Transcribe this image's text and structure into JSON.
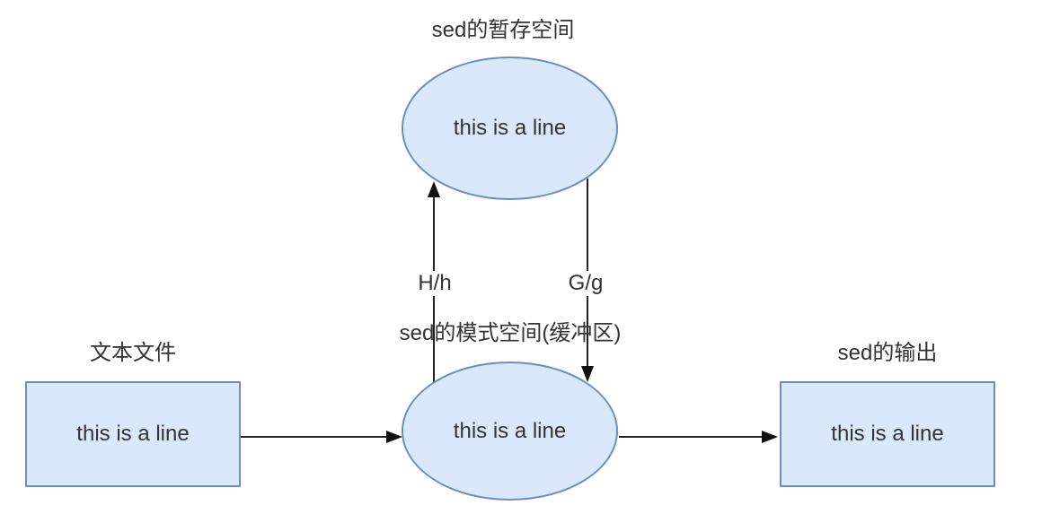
{
  "diagram": {
    "titles": {
      "hold_space": "sed的暂存空间",
      "pattern_space": "sed的模式空间(缓冲区)",
      "text_file": "文本文件",
      "output": "sed的输出"
    },
    "nodes": {
      "hold_space": {
        "shape": "ellipse",
        "label": "this is a line"
      },
      "pattern_space": {
        "shape": "ellipse",
        "label": "this is a line"
      },
      "text_file": {
        "shape": "rectangle",
        "label": "this is a line"
      },
      "output": {
        "shape": "rectangle",
        "label": "this is a line"
      }
    },
    "edges": {
      "pattern_to_hold_label": "H/h",
      "hold_to_pattern_label": "G/g"
    },
    "colors": {
      "node_fill": "#dae8fc",
      "node_stroke": "#6c8ebf",
      "edge_line": "#222222",
      "arrowhead": "#111111",
      "text": "#333333",
      "background": "#ffffff"
    }
  }
}
